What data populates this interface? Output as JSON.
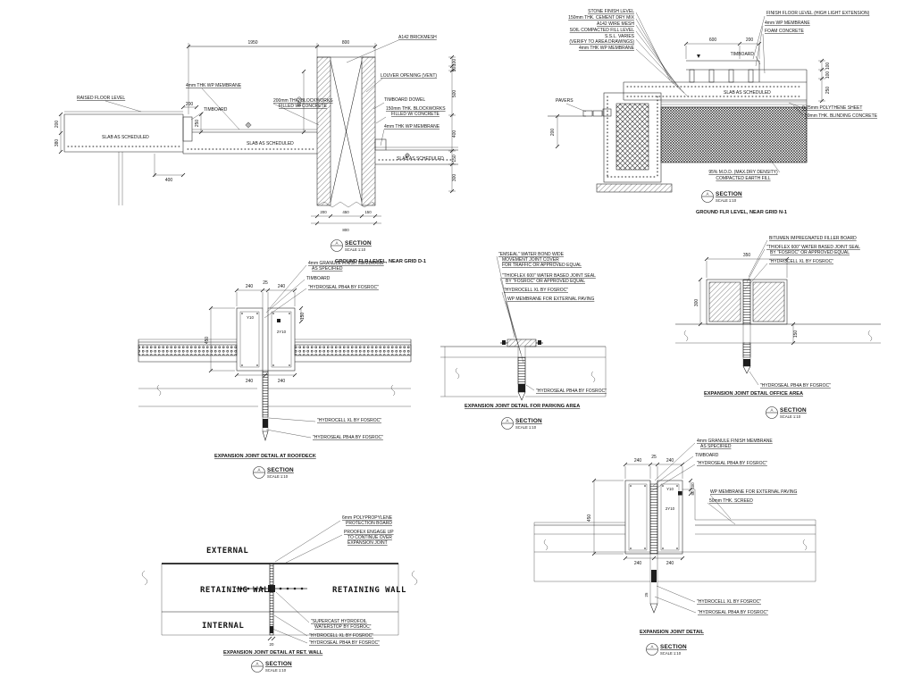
{
  "common": {
    "section": "SECTION",
    "scale": "SCALE  1:10",
    "letter": "A"
  },
  "d1": {
    "dims": {
      "w1950": "1950",
      "w800": "800",
      "h1050": "1050",
      "h200": "200",
      "h380": "380",
      "w400": "400",
      "w200": "200",
      "h250": "250",
      "r100": "100",
      "r50": "50",
      "r500": "500",
      "r400": "400",
      "r150": "150",
      "r300": "300",
      "b200": "200",
      "b450": "450",
      "b150": "150",
      "b800": "800"
    },
    "labels": {
      "raised_floor": "RAISED FLOOR LEVEL",
      "membrane": "4mm THK WP MEMBRANE",
      "timboard": "TIMBOARD",
      "block200a": "200mm THK. BLOCKWORKS",
      "block200b": "FILLED W/ CONCRETE",
      "slab_left": "SLAB AS SCHEDULED",
      "slab_mid": "SLAB AS SCHEDULED",
      "brickmesh": "A142 BRICKMESH",
      "louver": "LOUVER OPENING (VENT)",
      "dowel": "TIMBOARD DOWEL",
      "block150a": "150mm THK. BLOCKWORKS",
      "block150b": "FILLED W/ CONCRETE",
      "membrane2": "4mm THK WP MEMBRANE",
      "slab_right": "SLAB AS SCHEDULED"
    },
    "caption": "GROUND FLR LEVEL, NEAR GRID D-1"
  },
  "d2": {
    "left": [
      "STONE FINISH LEVEL",
      "150mm THK. CEMENT DRY MIX",
      "A142 WIRE MESH",
      "SOIL COMPACTED FILL LEVEL",
      "S.S.L. VARIES",
      "(VERIFY TO AREA DRAWINGS)",
      "4mm THK WP MEMBRANE"
    ],
    "labels": {
      "ffl": "FINISH FLOOR LEVEL (HIGH LIGHT EXTENSION)",
      "wp": "4mm WP MEMBRANE",
      "foam": "FOAM CONCRETE",
      "timboard": "TIMBOARD",
      "slab": "SLAB AS SCHEDULED",
      "polythene": "0.25mm POLYTHENE SHEET",
      "blinding": "50mm THK. BLINDING CONCRETE",
      "pavers": "PAVERS",
      "mdd1": "95% M.D.D. (MAX.DRY DENSITY)",
      "mdd2": "COMPACTED EARTH FILL"
    },
    "dims": {
      "w600": "600",
      "w200": "200",
      "h100a": "100",
      "h100b": "100",
      "h250": "250",
      "h200": "200"
    },
    "caption": "GROUND FLR LEVEL, NEAR GRID N-1"
  },
  "d3": {
    "labels": {
      "granule1": "4mm GRANULE FINISH MEMBRANE",
      "granule2": "AS SPECIFIED",
      "timboard": "TIMBOARD",
      "hydroseal_top": "\"HYDROSEAL PB4A BY FOSROC\"",
      "hydrocell": "\"HYDROCELL XL BY FOSROC\"",
      "hydroseal": "\"HYDROSEAL PB4A BY FOSROC\""
    },
    "dims": {
      "a240": "240",
      "a25": "25",
      "b240": "240",
      "h450": "450",
      "y10": "Y10",
      "y210": "2Y10",
      "h150": "150",
      "c240": "240",
      "d240": "240"
    },
    "title": "EXPANSION JOINT DETAIL AT ROOFDECK"
  },
  "d4": {
    "labels": {
      "emseal1": "\"EMSEAL\" WATER BOND WIDE",
      "emseal2": "MOVEMENT JOINT COVER",
      "emseal3": "FOR TRAFFIC OR APPROVED EQUAL",
      "thioflex1": "\"THIOFLEX 600\" WATER BASED JOINT SEAL",
      "thioflex2": "BY \"FOSROC\" OR APPROVED EQUAL",
      "hydrocell": "\"HYDROCELL XL BY FOSROC\"",
      "wp": "WP MEMBRANE FOR EXTERNAL PAVING",
      "hydroseal": "\"HYDROSEAL PB4A BY FOSROC\""
    },
    "title": "EXPANSION JOINT DETAIL FOR PARKING AREA"
  },
  "d5": {
    "labels": {
      "filler": "BITUMEN IMPREGNATED FILLER BOARD",
      "thioflex1": "\"THIOFLEX 600\" WATER BASED JOINT SEAL",
      "thioflex2": "BY \"FOSROC\" OR APPROVED EQUAL",
      "hydrocell": "\"HYDROCELL XL BY FOSROC\"",
      "hydroseal": "\"HYDROSEAL PB4A BY FOSROC\""
    },
    "dims": {
      "w350": "350",
      "h300": "300",
      "h150": "150"
    },
    "title": "EXPANSION JOINT DETAIL OFFICE AREA"
  },
  "d6": {
    "labels": {
      "external": "EXTERNAL",
      "internal": "INTERNAL",
      "rw_left": "RETAINING WALL",
      "rw_right": "RETAINING WALL",
      "poly1": "6mm POLYPROPYLENE",
      "poly2": "PROTECTION BOARD",
      "proofex1": "PROOFEX ENGAGE UP",
      "proofex2": "TO CONTINUE OVER",
      "proofex3": "EXPANSION JOINT",
      "supercast1": "\"SUPERCAST HYDROFOIL",
      "supercast2": "WATERSTOP BY FOSROC\"",
      "hydrocell": "\"HYDROCELL XL BY FOSROC\"",
      "hydroseal": "\"HYDROSEAL PB4A BY FOSROC\""
    },
    "dims": {
      "w20": "20"
    },
    "title": "EXPANSION JOINT DETAIL AT RET. WALL"
  },
  "d7": {
    "labels": {
      "granule1": "4mm GRANULE FINISH MEMBRANE",
      "granule2": "AS SPECIFIED",
      "timboard": "TIMBOARD",
      "hydroseal_top": "\"HYDROSEAL PB4A BY FOSROC\"",
      "wp": "WP MEMBRANE FOR EXTERNAL PAVING",
      "screed": "50mm THK. SCREED",
      "hydrocell": "\"HYDROCELL XL BY FOSROC\"",
      "hydroseal": "\"HYDROSEAL PB4A BY FOSROC\""
    },
    "dims": {
      "a240": "240",
      "a25": "25",
      "b240": "240",
      "h450": "450",
      "y10": "Y10",
      "h100": "100",
      "h50": "50",
      "y210": "2Y10",
      "c240": "240",
      "d240": "240",
      "j25": "25"
    },
    "title": "EXPANSION JOINT DETAIL"
  }
}
